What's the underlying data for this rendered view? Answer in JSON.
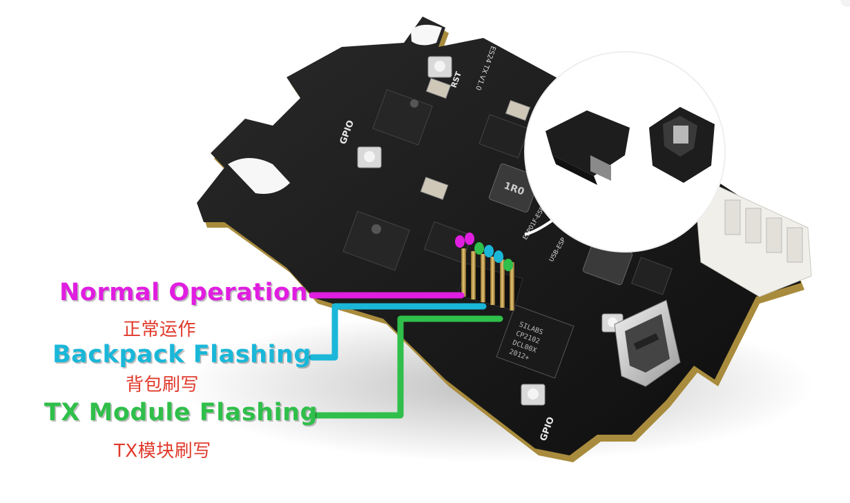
{
  "labels": {
    "normal": {
      "en": "Normal Operation",
      "cn": "正常运作",
      "color": "#e01ee0"
    },
    "backpack": {
      "en": "Backpack Flashing",
      "cn": "背包刷写",
      "color": "#1ab7d8"
    },
    "tx": {
      "en": "TX Module Flashing",
      "cn": "TX模块刷写",
      "color": "#2fbf4a"
    }
  },
  "board_silkscreen": {
    "gpio_top": "GPIO",
    "gpio_bottom": "GPIO",
    "rst": "RST",
    "usb_esp": "USB-ESP",
    "esp01f": "ESP01F-ESP",
    "chip_text": [
      "SILABS",
      "CP2102",
      "DCL00X",
      "2012+"
    ],
    "inductor": "1R0",
    "version": "ES24 TX V1.0"
  }
}
